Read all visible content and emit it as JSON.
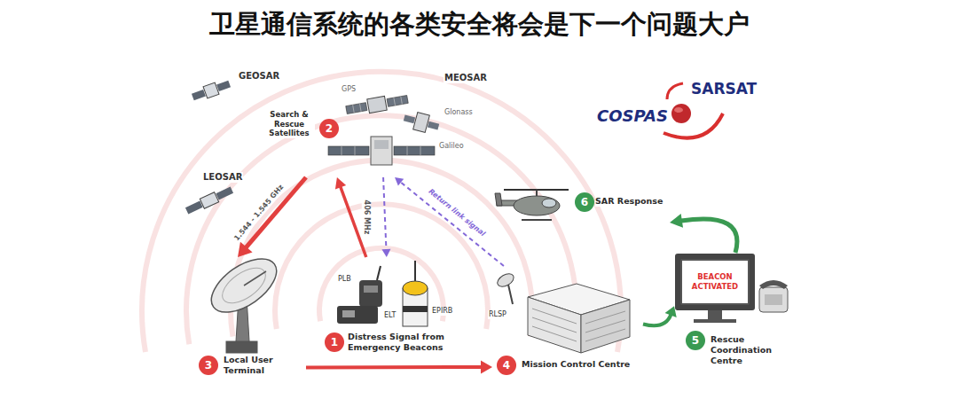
{
  "diagram": {
    "title": "卫星通信系统的各类安全将会是下一个问题大户",
    "nodes": [
      {
        "text": [
          "2",
          "Search & Rescue Satellites"
        ]
      },
      {
        "text": [
          "6",
          "SAR Response"
        ]
      },
      {
        "text": [
          "1",
          "Distress Signal from Emergency Beacons"
        ]
      },
      {
        "text": [
          "3",
          "Local User Terminal"
        ]
      },
      {
        "text": [
          "4",
          "Mission Control Centre"
        ]
      },
      {
        "text": [
          "5",
          "Rescue Coordination Centre"
        ]
      },
      {
        "text": [
          "BEACON ACTIVATED"
        ],
        "in": 5
      }
    ],
    "edges": [
      {
        "from": 2,
        "to": 0,
        "arrow": "to",
        "label": "406 MHz"
      },
      {
        "from": 0,
        "to": 2,
        "arrow": "to"
      },
      {
        "from": 0,
        "to": 3,
        "arrow": "to",
        "label": "1.544 - 1.545 GHz"
      },
      {
        "from": 3,
        "to": 4,
        "arrow": "to"
      },
      {
        "from": 4,
        "to": 0,
        "arrow": "to",
        "label": "Return link signal"
      },
      {
        "from": 4,
        "to": 5,
        "arrow": "to"
      },
      {
        "from": 5,
        "to": 1,
        "arrow": "to"
      }
    ],
    "labels": [
      "GEOSAR",
      "MEOSAR",
      "GPS",
      "Glonass",
      "Galileo",
      "LEOSAR",
      "COSPAS",
      "SARSAT",
      "PLB",
      "ELT",
      "EPIRB",
      "RLSP"
    ]
  }
}
